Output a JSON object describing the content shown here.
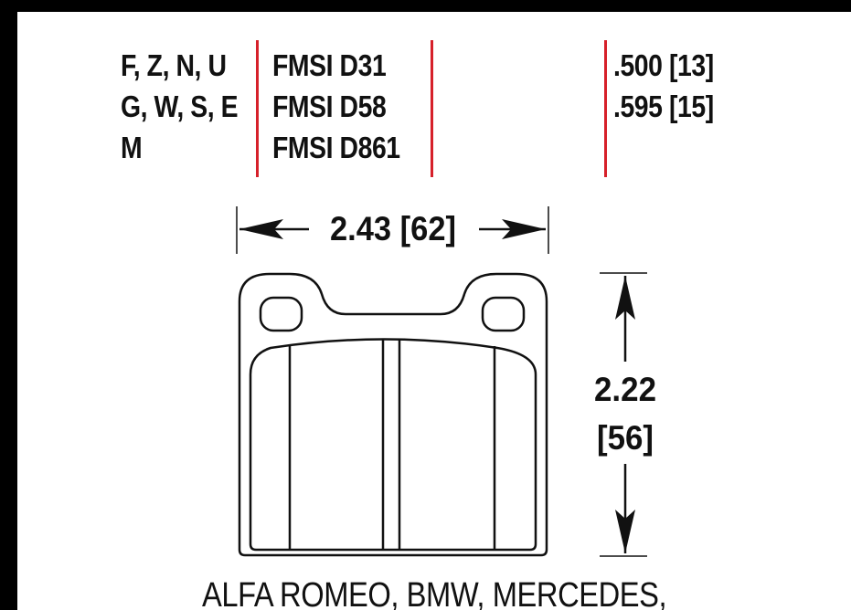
{
  "compounds": {
    "lines": [
      "F, Z, N, U",
      "G, W, S, E",
      "M"
    ]
  },
  "fmsi": {
    "lines": [
      "FMSI D31",
      "FMSI D58",
      "FMSI D861"
    ]
  },
  "thickness": {
    "lines": [
      ".500 [13]",
      ".595 [15]"
    ]
  },
  "dimensions": {
    "width_label": "2.43 [62]",
    "height_label_line1": "2.22",
    "height_label_line2": "[56]"
  },
  "footer": {
    "vehicles": "ALFA ROMEO, BMW, MERCEDES,"
  },
  "colors": {
    "divider": "#d6202a",
    "frame": "#000000",
    "ink": "#111111",
    "background": "#ffffff"
  }
}
